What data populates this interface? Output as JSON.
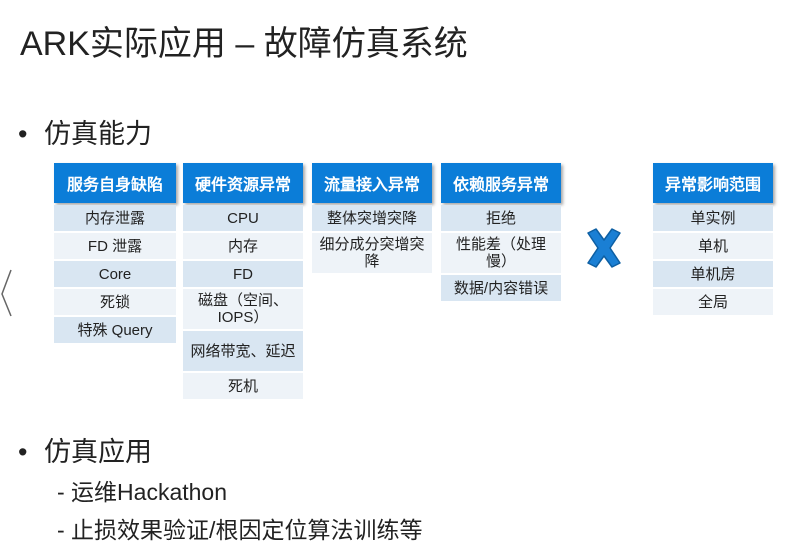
{
  "title": "ARK实际应用 – 故障仿真系统",
  "section1": {
    "bullet": "•",
    "label": "仿真能力"
  },
  "section2": {
    "bullet": "•",
    "label": "仿真应用",
    "items": [
      "- 运维Hackathon",
      "- 止损效果验证/根因定位算法训练等"
    ]
  },
  "columns": [
    {
      "header": "服务自身缺陷",
      "items": [
        "内存泄露",
        "FD 泄露",
        "Core",
        "死锁",
        "特殊 Query"
      ]
    },
    {
      "header": "硬件资源异常",
      "items": [
        "CPU",
        "内存",
        "FD",
        "磁盘（空间、IOPS）",
        "网络带宽、延迟",
        "死机"
      ]
    },
    {
      "header": "流量接入异常",
      "items": [
        "整体突增突降",
        "细分成分突增突降"
      ]
    },
    {
      "header": "依赖服务异常",
      "items": [
        "拒绝",
        "性能差（处理慢）",
        "数据/内容错误"
      ]
    },
    {
      "header": "异常影响范围",
      "items": [
        "单实例",
        "单机",
        "单机房",
        "全局"
      ]
    }
  ],
  "icons": {
    "multiply": "multiply-icon"
  },
  "colors": {
    "header": "#0b7dd8",
    "cell_dark": "#d9e6f2",
    "cell_light": "#eef3f8",
    "x_mark": "#1a7fd4"
  }
}
